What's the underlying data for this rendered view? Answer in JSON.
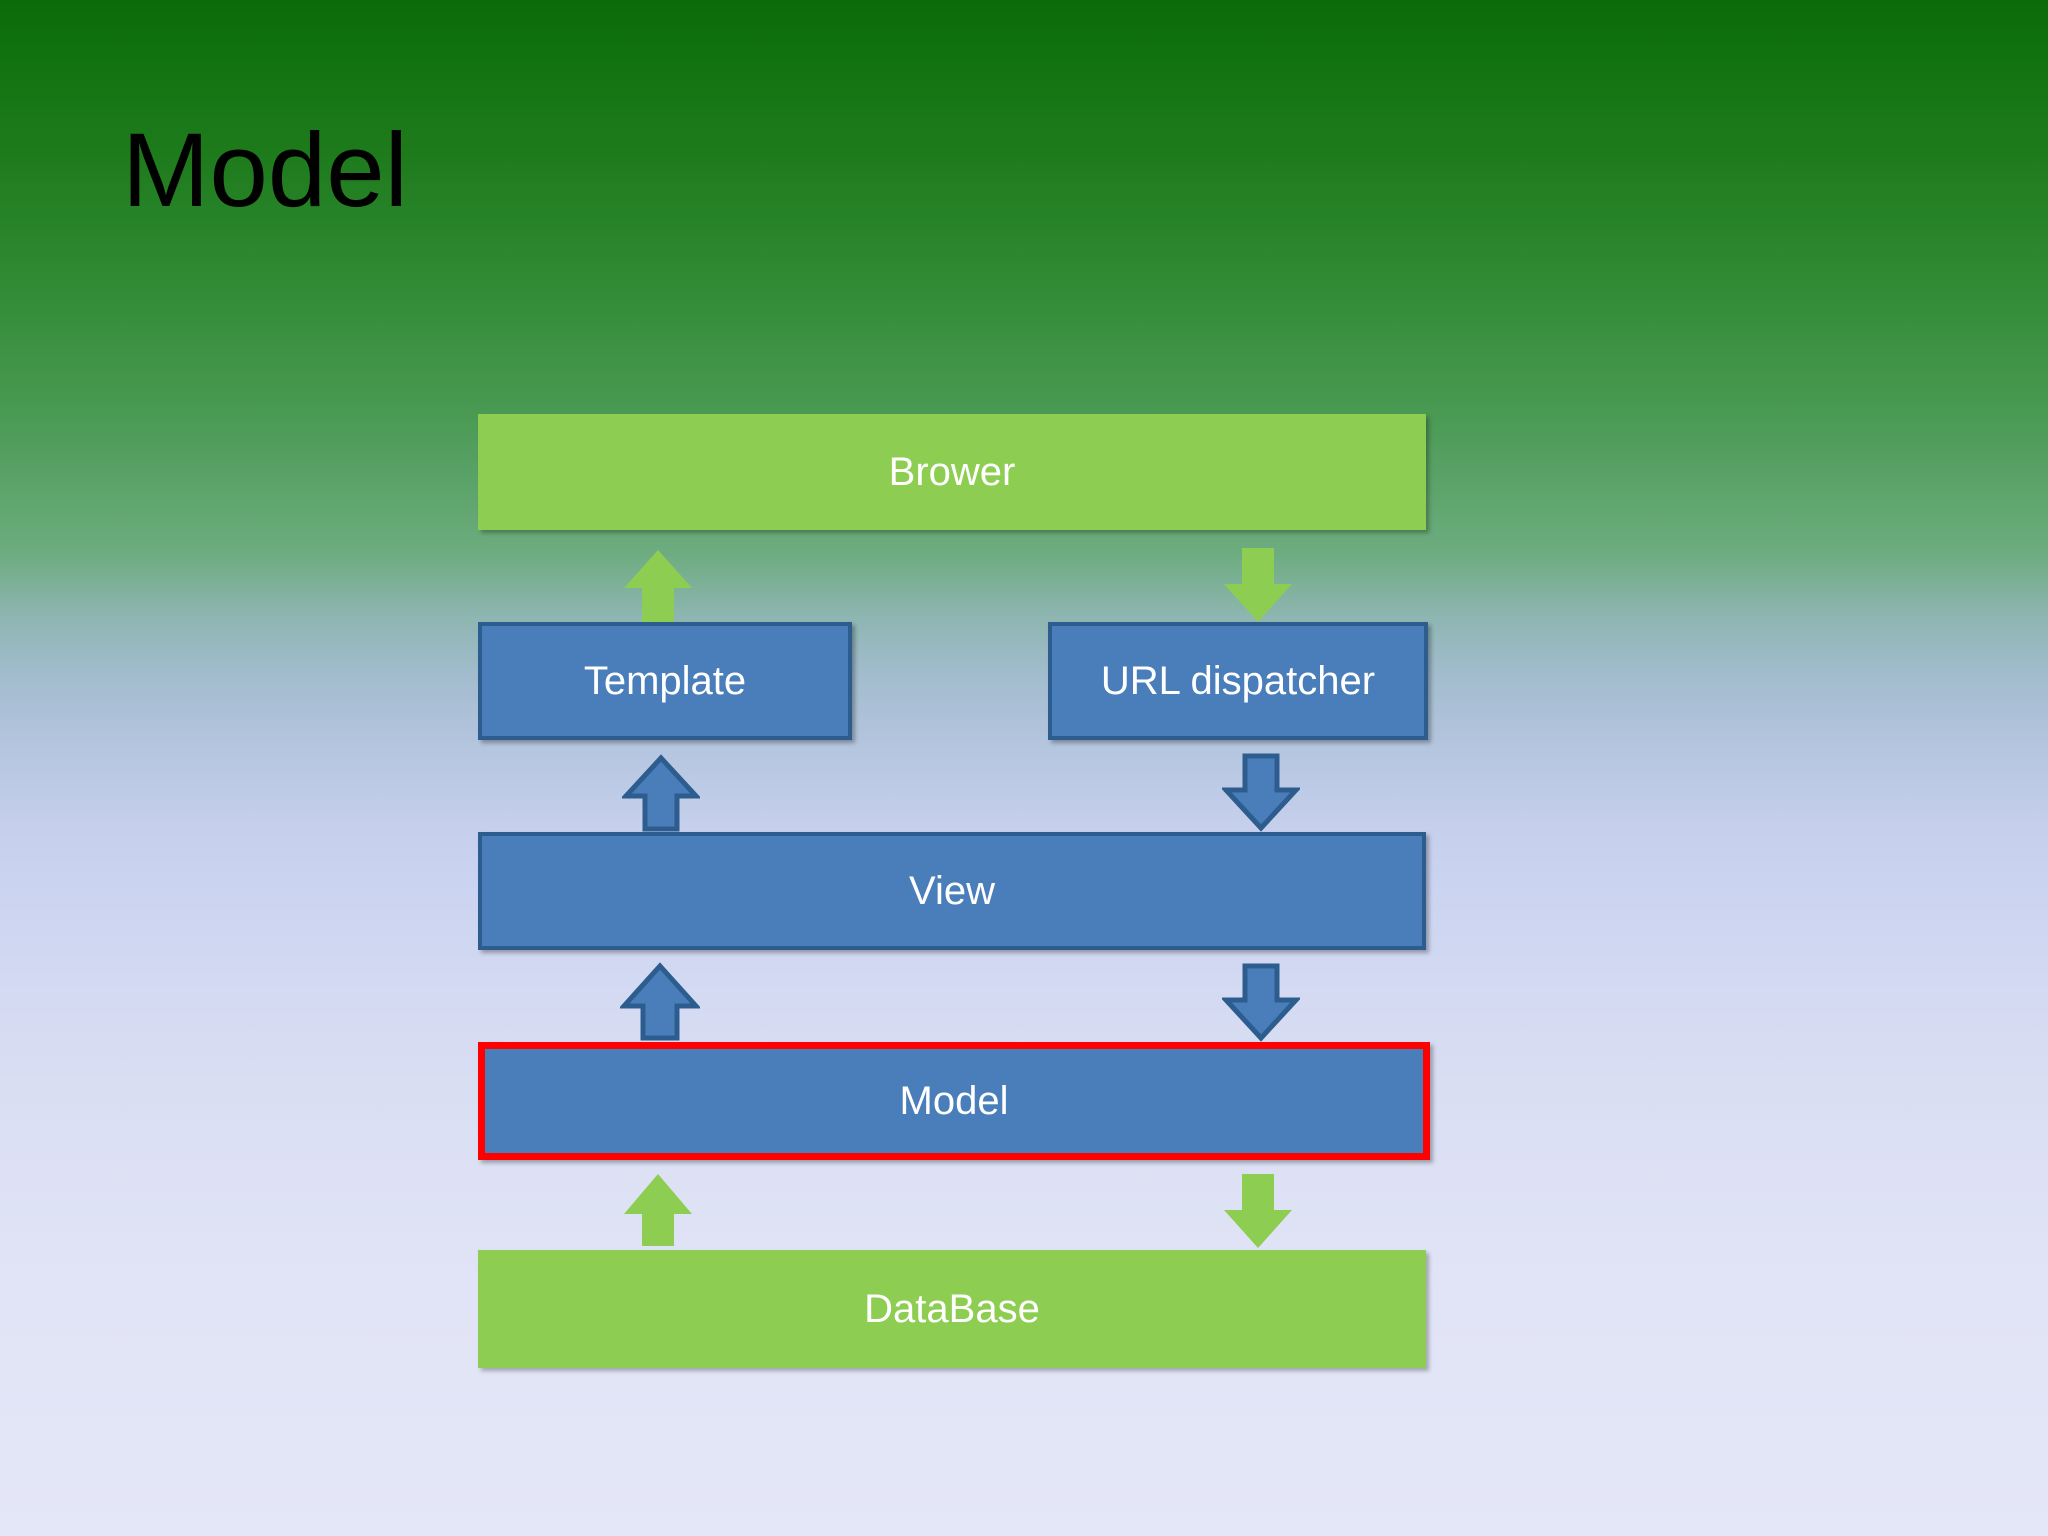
{
  "slide": {
    "title": "Model",
    "background": {
      "top_color": "#0A6B08",
      "mid_color": "#8DB5B0",
      "bottom_color": "#E3E6F7"
    }
  },
  "palette": {
    "green_box": "#8DCE52",
    "blue_box": "#4A7EBB",
    "blue_box_border": "#2D5D8E",
    "highlight_border": "#FF0000",
    "green_arrow": "#8DCE52",
    "blue_arrow_fill": "#4A7EBB",
    "blue_arrow_border": "#2D5D8E",
    "box_text": "#FFFFFF",
    "title_text": "#000000"
  },
  "diagram": {
    "nodes": [
      {
        "id": "brower",
        "label": "Brower",
        "kind": "green"
      },
      {
        "id": "template",
        "label": "Template",
        "kind": "blue"
      },
      {
        "id": "urldisp",
        "label": "URL dispatcher",
        "kind": "blue"
      },
      {
        "id": "view",
        "label": "View",
        "kind": "blue"
      },
      {
        "id": "model",
        "label": "Model",
        "kind": "blue-highlighted"
      },
      {
        "id": "database",
        "label": "DataBase",
        "kind": "green"
      }
    ],
    "edges": [
      {
        "id": "template-to-brower",
        "from": "template",
        "to": "brower",
        "direction": "up",
        "color": "green"
      },
      {
        "id": "brower-to-urldisp",
        "from": "brower",
        "to": "urldisp",
        "direction": "down",
        "color": "green"
      },
      {
        "id": "view-to-template",
        "from": "view",
        "to": "template",
        "direction": "up",
        "color": "blue"
      },
      {
        "id": "urldisp-to-view",
        "from": "urldisp",
        "to": "view",
        "direction": "down",
        "color": "blue"
      },
      {
        "id": "model-to-view",
        "from": "model",
        "to": "view",
        "direction": "up",
        "color": "blue"
      },
      {
        "id": "view-to-model",
        "from": "view",
        "to": "model",
        "direction": "down",
        "color": "blue"
      },
      {
        "id": "database-to-model",
        "from": "database",
        "to": "model",
        "direction": "up",
        "color": "green"
      },
      {
        "id": "model-to-database",
        "from": "model",
        "to": "database",
        "direction": "down",
        "color": "green"
      }
    ]
  }
}
